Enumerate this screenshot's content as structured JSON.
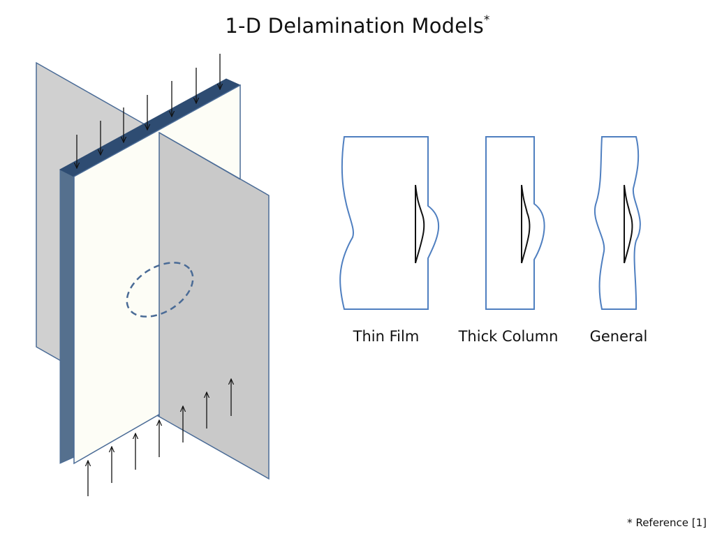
{
  "title": {
    "text": "1-D Delamination Models",
    "marker": "*"
  },
  "models": [
    {
      "label": "Thin Film"
    },
    {
      "label": "Thick Column"
    },
    {
      "label": "General"
    }
  ],
  "footnote": "* Reference [1]",
  "colors": {
    "plate_face": "#fdfdf6",
    "plate_edge": "#55708e",
    "plate_top": "#2e4c72",
    "grey_plane": "#d0d0d0",
    "outline": "#4a6b96",
    "model_outline": "#4f7fc0",
    "arrow": "#111111"
  }
}
